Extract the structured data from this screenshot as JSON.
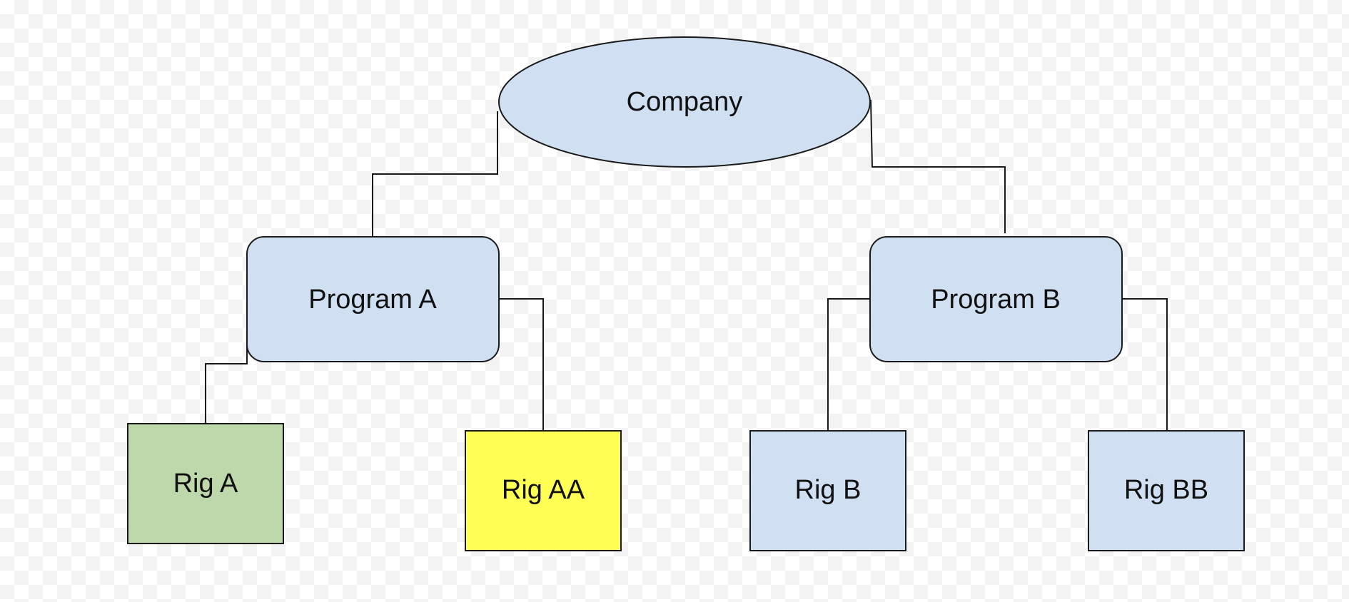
{
  "diagram": {
    "nodes": {
      "company": {
        "label": "Company",
        "fill": "#d0e0f2"
      },
      "program_a": {
        "label": "Program A",
        "fill": "#d0e0f2"
      },
      "program_b": {
        "label": "Program B",
        "fill": "#d0e0f2"
      },
      "rig_a": {
        "label": "Rig A",
        "fill": "#bed8ab"
      },
      "rig_aa": {
        "label": "Rig AA",
        "fill": "#ffff55"
      },
      "rig_b": {
        "label": "Rig B",
        "fill": "#d0e0f2"
      },
      "rig_bb": {
        "label": "Rig BB",
        "fill": "#d0e0f2"
      }
    },
    "connectors": [
      {
        "from": "company",
        "to": "program_a"
      },
      {
        "from": "company",
        "to": "program_b"
      },
      {
        "from": "program_a",
        "to": "rig_a"
      },
      {
        "from": "program_a",
        "to": "rig_aa"
      },
      {
        "from": "program_b",
        "to": "rig_b"
      },
      {
        "from": "program_b",
        "to": "rig_bb"
      }
    ],
    "stroke_color": "#1a1a1a"
  }
}
